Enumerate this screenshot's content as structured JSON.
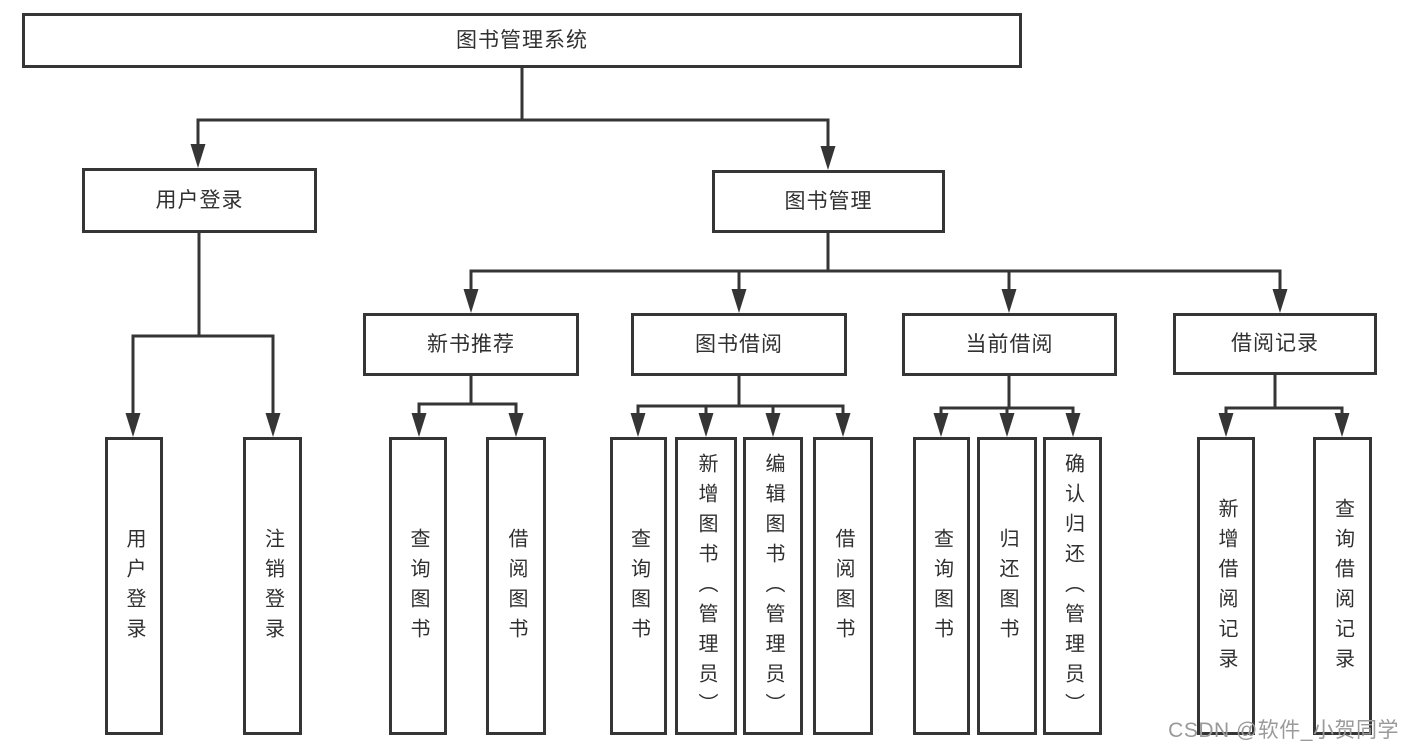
{
  "colors": {
    "line": "#353535",
    "box_border": "#353535",
    "text": "#303030",
    "watermark": "#9a9a9a",
    "background": "#ffffff"
  },
  "watermark": {
    "text": "CSDN @软件_小贺同学"
  },
  "diagram": {
    "root": {
      "label": "图书管理系统"
    },
    "branches": [
      {
        "label": "用户登录",
        "children": [
          {
            "label": "用户登录"
          },
          {
            "label": "注销登录"
          }
        ]
      },
      {
        "label": "图书管理",
        "children": [
          {
            "label": "新书推荐",
            "children": [
              {
                "label": "查询图书"
              },
              {
                "label": "借阅图书"
              }
            ]
          },
          {
            "label": "图书借阅",
            "children": [
              {
                "label": "查询图书"
              },
              {
                "label": "新增图书（管理员）"
              },
              {
                "label": "编辑图书（管理员）"
              },
              {
                "label": "借阅图书"
              }
            ]
          },
          {
            "label": "当前借阅",
            "children": [
              {
                "label": "查询图书"
              },
              {
                "label": "归还图书"
              },
              {
                "label": "确认归还（管理员）"
              }
            ]
          },
          {
            "label": "借阅记录",
            "children": [
              {
                "label": "新增借阅记录"
              },
              {
                "label": "查询借阅记录"
              }
            ]
          }
        ]
      }
    ]
  }
}
